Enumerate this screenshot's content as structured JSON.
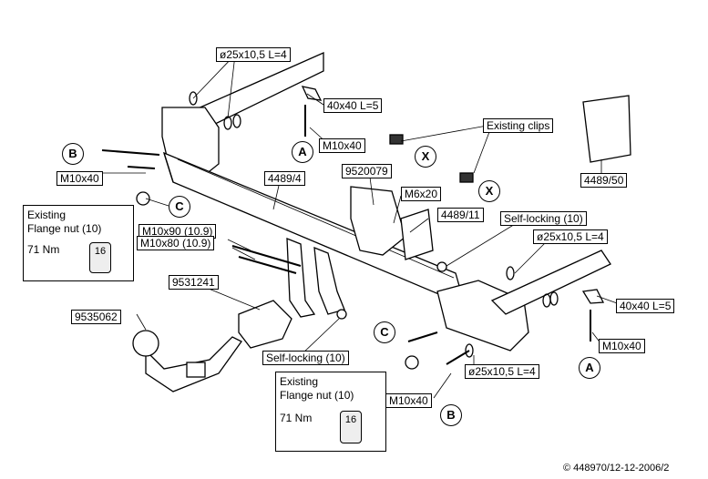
{
  "labels": {
    "washer_top": "ø25x10,5 L=4",
    "plate_top": "40x40 L=5",
    "bolt_a_top": "M10x40",
    "bolt_b_left": "M10x40",
    "crossbar": "4489/4",
    "bracket": "9520079",
    "m6": "M6x20",
    "clips": "Existing clips",
    "cover": "4489/50",
    "plate_right": "4489/11",
    "selflock_right": "Self-locking (10)",
    "washer_right": "ø25x10,5 L=4",
    "plate_right2": "40x40 L=5",
    "bolt_a_right": "M10x40",
    "m10x90": "M10x90 (10.9)",
    "m10x80": "M10x80 (10.9)",
    "socket": "9531241",
    "ball": "9535062",
    "selflock_bottom": "Self-locking (10)",
    "washer_bottom": "ø25x10,5 L=4",
    "bolt_b_bottom": "M10x40"
  },
  "circles": {
    "a_top": "A",
    "b_left": "B",
    "c_left": "C",
    "x1": "X",
    "x2": "X",
    "c_bottom": "C",
    "b_bottom": "B",
    "a_right": "A"
  },
  "nut_left": {
    "line1": "Existing",
    "line2": "Flange nut (10)",
    "torque": "71 Nm",
    "size": "16"
  },
  "nut_bottom": {
    "line1": "Existing",
    "line2": "Flange nut (10)",
    "torque": "71 Nm",
    "size": "16"
  },
  "copyright": "© 448970/12-12-2006/2"
}
